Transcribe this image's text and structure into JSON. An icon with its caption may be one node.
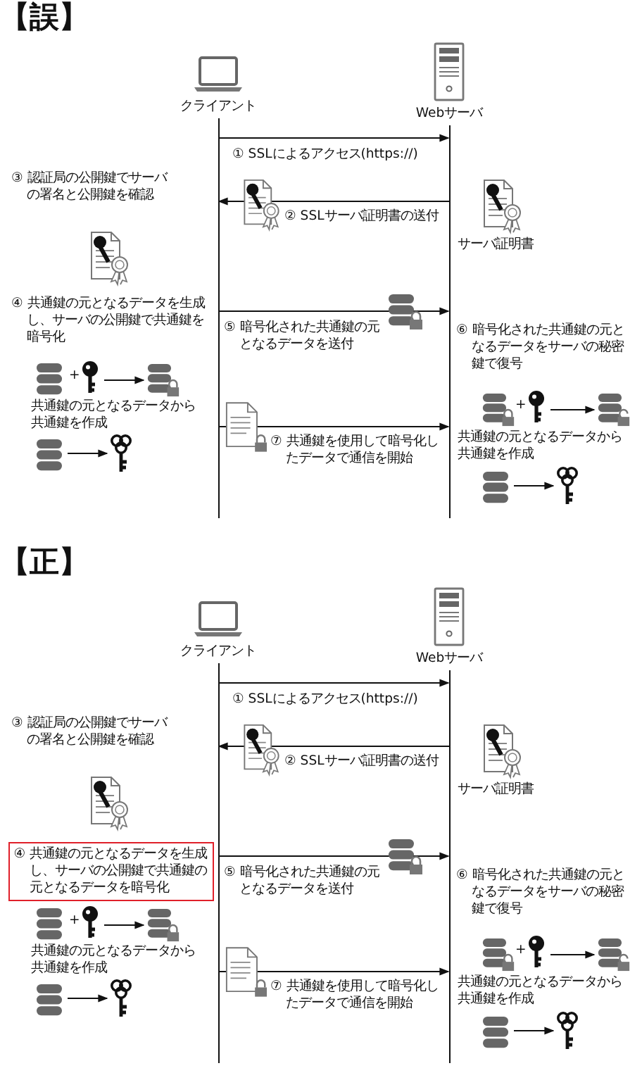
{
  "diagram": {
    "nodes": [
      {
        "text": [
          "クライアント"
        ]
      },
      {
        "text": [
          "Webサーバ"
        ]
      },
      {
        "text": [],
        "shape": "cylinder"
      },
      {
        "text": [],
        "shape": "key"
      },
      {
        "text": [],
        "shape": "cylinder"
      },
      {
        "text": [],
        "shape": "cylinder"
      },
      {
        "text": [],
        "shape": "key"
      },
      {
        "text": [],
        "shape": "cylinder"
      },
      {
        "text": [],
        "shape": "cylinder"
      },
      {
        "text": [],
        "shape": "key"
      },
      {
        "text": [],
        "shape": "cylinder"
      },
      {
        "text": [],
        "shape": "key"
      },
      {
        "text": [
          "クライアント"
        ]
      },
      {
        "text": [
          "Webサーバ"
        ]
      },
      {
        "text": [
          "④ 共通鍵の元となるデータを生成し、サーバの公開鍵で共通鍵の元となるデータを暗号化"
        ]
      },
      {
        "text": [],
        "shape": "cylinder"
      },
      {
        "text": [],
        "shape": "key"
      },
      {
        "text": [],
        "shape": "cylinder"
      },
      {
        "text": [],
        "shape": "cylinder"
      },
      {
        "text": [],
        "shape": "key"
      },
      {
        "text": [],
        "shape": "cylinder"
      },
      {
        "text": [],
        "shape": "cylinder"
      },
      {
        "text": [],
        "shape": "key"
      },
      {
        "text": [],
        "shape": "cylinder"
      },
      {
        "text": [],
        "shape": "key"
      }
    ],
    "edges": [
      {
        "from": 0,
        "to": 1,
        "arrow": "to",
        "label": "① SSLによるアクセス(https://)"
      },
      {
        "from": 1,
        "to": 0,
        "arrow": "to",
        "label": "② SSLサーバ証明書の送付"
      },
      {
        "from": 0,
        "to": 1,
        "arrow": "to",
        "label": "⑤ 暗号化された共通鍵の元となるデータを送付"
      },
      {
        "from": 0,
        "to": 1,
        "arrow": "to",
        "label": "⑦ 共通鍵を使用して暗号化したデータで通信を開始"
      },
      {
        "from": 3,
        "to": 4,
        "arrow": "to"
      },
      {
        "from": 6,
        "to": 7,
        "arrow": "to"
      },
      {
        "from": 8,
        "to": 9,
        "arrow": "to"
      },
      {
        "from": 10,
        "to": 11,
        "arrow": "to"
      },
      {
        "from": 12,
        "to": 13,
        "arrow": "to",
        "label": "① SSLによるアクセス(https://)"
      },
      {
        "from": 13,
        "to": 12,
        "arrow": "to",
        "label": "② SSLサーバ証明書の送付"
      },
      {
        "from": 12,
        "to": 13,
        "arrow": "to",
        "label": "⑤ 暗号化された共通鍵の元となるデータを送付"
      },
      {
        "from": 12,
        "to": 13,
        "arrow": "to",
        "label": "⑦ 共通鍵を使用して暗号化したデータで通信を開始"
      },
      {
        "from": 16,
        "to": 17,
        "arrow": "to"
      },
      {
        "from": 19,
        "to": 20,
        "arrow": "to"
      },
      {
        "from": 21,
        "to": 22,
        "arrow": "to"
      },
      {
        "from": 23,
        "to": 24,
        "arrow": "to"
      }
    ],
    "labels": [
      "【誤】",
      "③ 認証局の公開鍵でサーバの署名と公開鍵を確認",
      "サーバ証明書",
      "④ 共通鍵の元となるデータを生成し、サーバの公開鍵で共通鍵を暗号化",
      "+",
      "⑥ 暗号化された共通鍵の元となるデータをサーバの秘密鍵で復号",
      "+",
      "共通鍵の元となるデータから共通鍵を作成",
      "共通鍵の元となるデータから共通鍵を作成",
      "【正】",
      "③ 認証局の公開鍵でサーバの署名と公開鍵を確認",
      "サーバ証明書",
      "+",
      "⑥ 暗号化された共通鍵の元となるデータをサーバの秘密鍵で復号",
      "+",
      "共通鍵の元となるデータから共通鍵を作成",
      "共通鍵の元となるデータから共通鍵を作成"
    ]
  }
}
